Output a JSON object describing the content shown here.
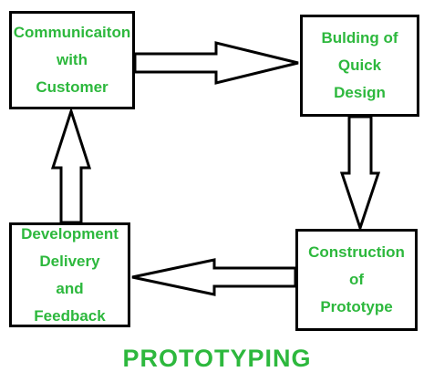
{
  "diagram": {
    "title": "PROTOTYPING",
    "steps": [
      {
        "id": "communication",
        "label": "Communicaiton\nwith\nCustomer"
      },
      {
        "id": "quick-design",
        "label": "Bulding of\nQuick\nDesign"
      },
      {
        "id": "construction",
        "label": "Construction\nof\nPrototype"
      },
      {
        "id": "development",
        "label": "Development\nDelivery\nand\nFeedback"
      }
    ],
    "colors": {
      "text": "#2db83d",
      "border": "#000000",
      "background": "#ffffff"
    }
  }
}
